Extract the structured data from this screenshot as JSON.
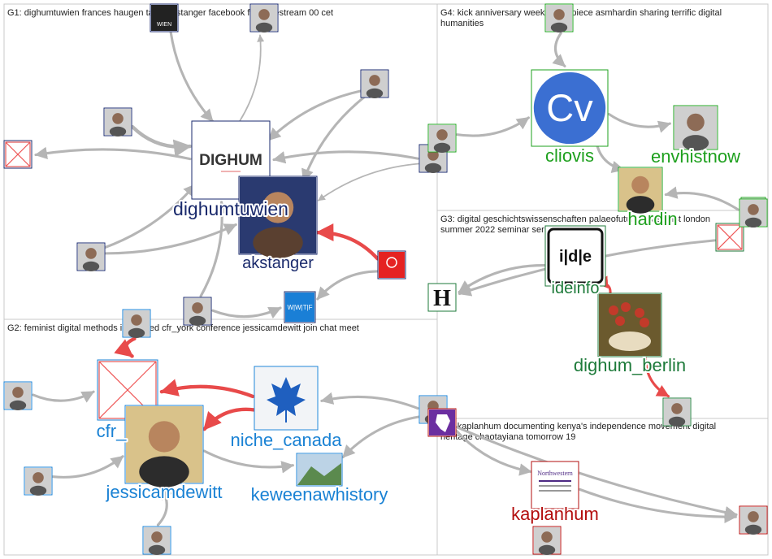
{
  "groups": [
    {
      "id": "g1",
      "title_lines": [
        "G1: dighumtuwien frances haugen talks akstanger facebook files livestream 00 cet"
      ]
    },
    {
      "id": "g2",
      "title_lines": [
        "G2: feminist digital methods interested cfr_york conference jessicamdewitt join chat meet"
      ]
    },
    {
      "id": "g3",
      "title_lines": [
        "G3: digital geschichtswissenschaften palaeofuturist classicist london",
        "summer 2022 seminar series programme"
      ]
    },
    {
      "id": "g4",
      "title_lines": [
        "G4: kick anniversary week today piece asmhardin sharing terrific digital",
        "humanities"
      ]
    },
    {
      "id": "g5",
      "title_lines": [
        "G5: kaplanhum documenting kenya's independence movement digital",
        "heritage chaotayiana tomorrow 19"
      ]
    }
  ],
  "colors": {
    "g1": "#1a2a6c",
    "g2": "#1a82d4",
    "g3": "#1d7a3a",
    "g4": "#1ea01e",
    "g5": "#b30d0d",
    "edge_gray": "#b5b5b5",
    "edge_red": "#e84a4a"
  },
  "nodes": [
    {
      "id": "dighumtuwien",
      "label": "dighumtuwien",
      "group": "g1",
      "icon": "dighum-logo",
      "logo_text": "DIGHUM"
    },
    {
      "id": "akstanger",
      "label": "akstanger",
      "group": "g1",
      "icon": "person-photo"
    },
    {
      "id": "wwtf",
      "label": "",
      "group": "g1",
      "icon": "wwtf-logo",
      "logo_text": "W|W|T|F"
    },
    {
      "id": "vienna_science",
      "label": "",
      "group": "g1",
      "icon": "vienna-science-logo"
    },
    {
      "id": "g1_top_a",
      "label": "",
      "group": "g1",
      "icon": "wien-logo",
      "logo_text": "WIEN"
    },
    {
      "id": "g1_top_b",
      "label": "",
      "group": "g1",
      "icon": "avatar"
    },
    {
      "id": "g1_a1",
      "label": "",
      "group": "g1",
      "icon": "avatar"
    },
    {
      "id": "g1_a2",
      "label": "",
      "group": "g1",
      "icon": "avatar"
    },
    {
      "id": "g1_a3",
      "label": "",
      "group": "g1",
      "icon": "avatar"
    },
    {
      "id": "g1_a4",
      "label": "",
      "group": "g1",
      "icon": "avatar"
    },
    {
      "id": "g1_missing",
      "label": "",
      "group": "g1",
      "icon": "missing-image"
    },
    {
      "id": "g1_a5",
      "label": "",
      "group": "g1",
      "icon": "avatar"
    },
    {
      "id": "cfr_york",
      "label": "cfr_",
      "group": "g2",
      "icon": "missing-image"
    },
    {
      "id": "niche_canada",
      "label": "niche_canada",
      "group": "g2",
      "icon": "maple-leaf-logo"
    },
    {
      "id": "jessicamdewitt",
      "label": "jessicamdewitt",
      "group": "g2",
      "icon": "person-photo"
    },
    {
      "id": "keweenawhistory",
      "label": "keweenawhistory",
      "group": "g2",
      "icon": "landscape-photo"
    },
    {
      "id": "g2_a1",
      "label": "",
      "group": "g2",
      "icon": "avatar"
    },
    {
      "id": "g2_a2",
      "label": "",
      "group": "g2",
      "icon": "avatar"
    },
    {
      "id": "g2_a3",
      "label": "",
      "group": "g2",
      "icon": "avatar"
    },
    {
      "id": "g2_a4",
      "label": "",
      "group": "g2",
      "icon": "avatar"
    },
    {
      "id": "g2_a5",
      "label": "",
      "group": "g2",
      "icon": "avatar"
    },
    {
      "id": "ideinfo",
      "label": "ideinfo",
      "group": "g3",
      "icon": "ide-logo",
      "logo_text": "i|d|e"
    },
    {
      "id": "dighum_berlin",
      "label": "dighum_berlin",
      "group": "g3",
      "icon": "flowers-photo"
    },
    {
      "id": "g3_h",
      "label": "",
      "group": "g3",
      "icon": "h-logo",
      "logo_text": "H"
    },
    {
      "id": "g3_missing",
      "label": "",
      "group": "g3",
      "icon": "missing-image"
    },
    {
      "id": "g3_a1",
      "label": "",
      "group": "g3",
      "icon": "avatar"
    },
    {
      "id": "cliovis",
      "label": "cliovis",
      "group": "g4",
      "icon": "cv-logo"
    },
    {
      "id": "envhistnow",
      "label": "envhistnow",
      "group": "g4",
      "icon": "avatar"
    },
    {
      "id": "asmhardin",
      "label": "hardin",
      "group": "g4",
      "icon": "person-photo"
    },
    {
      "id": "g4_a1",
      "label": "",
      "group": "g4",
      "icon": "avatar"
    },
    {
      "id": "g4_a2",
      "label": "",
      "group": "g4",
      "icon": "avatar"
    },
    {
      "id": "g4_a3",
      "label": "",
      "group": "g4",
      "icon": "avatar"
    },
    {
      "id": "g4_a4",
      "label": "",
      "group": "g4",
      "icon": "avatar"
    },
    {
      "id": "g4_a5",
      "label": "",
      "group": "g4",
      "icon": "avatar"
    },
    {
      "id": "kaplanhum",
      "label": "kaplanhum",
      "group": "g5",
      "icon": "northwestern-logo",
      "logo_text": "Northwestern"
    },
    {
      "id": "g5_a1",
      "label": "",
      "group": "g5",
      "icon": "avatar"
    },
    {
      "id": "g5_a2",
      "label": "",
      "group": "g5",
      "icon": "avatar"
    },
    {
      "id": "g5_a3",
      "label": "",
      "group": "g5",
      "icon": "africa-map"
    }
  ],
  "edges": [
    {
      "from": "g1_top_a",
      "to": "dighumtuwien",
      "weight": 2
    },
    {
      "from": "dighumtuwien",
      "to": "g1_top_b",
      "weight": 1
    },
    {
      "from": "g1_a1",
      "to": "dighumtuwien",
      "weight": 3
    },
    {
      "from": "g1_a2",
      "to": "dighumtuwien",
      "weight": 2
    },
    {
      "from": "dighumtuwien",
      "to": "g1_missing",
      "weight": 2
    },
    {
      "from": "g1_a3",
      "to": "dighumtuwien",
      "weight": 2
    },
    {
      "from": "g1_a4",
      "to": "dighumtuwien",
      "weight": 2
    },
    {
      "from": "g1_a2",
      "to": "akstanger",
      "weight": 2
    },
    {
      "from": "g1_a3",
      "to": "akstanger",
      "weight": 1
    },
    {
      "from": "g1_a5",
      "to": "dighumtuwien",
      "weight": 2
    },
    {
      "from": "g1_a5",
      "to": "wwtf",
      "weight": 2
    },
    {
      "from": "vienna_science",
      "to": "akstanger",
      "weight": 3,
      "red": true
    },
    {
      "from": "vienna_science",
      "to": "wwtf",
      "weight": 2
    },
    {
      "from": "g1_a4",
      "to": "akstanger",
      "weight": 2
    },
    {
      "from": "g2_a1",
      "to": "cfr_york",
      "weight": 3,
      "red": true
    },
    {
      "from": "niche_canada",
      "to": "cfr_york",
      "weight": 3,
      "red": true
    },
    {
      "from": "niche_canada",
      "to": "jessicamdewitt",
      "weight": 3,
      "red": true
    },
    {
      "from": "g2_a2",
      "to": "cfr_york",
      "weight": 2
    },
    {
      "from": "g2_a3",
      "to": "jessicamdewitt",
      "weight": 2
    },
    {
      "from": "g2_a5",
      "to": "niche_canada",
      "weight": 2
    },
    {
      "from": "g2_a5",
      "to": "keweenawhistory",
      "weight": 2
    },
    {
      "from": "jessicamdewitt",
      "to": "keweenawhistory",
      "weight": 2
    },
    {
      "from": "g2_a4",
      "to": "jessicamdewitt",
      "weight": 2
    },
    {
      "from": "g4_a1",
      "to": "cliovis",
      "weight": 2
    },
    {
      "from": "g4_a2",
      "to": "cliovis",
      "weight": 2
    },
    {
      "from": "cliovis",
      "to": "envhistnow",
      "weight": 2
    },
    {
      "from": "cliovis",
      "to": "asmhardin",
      "weight": 2
    },
    {
      "from": "g4_a5",
      "to": "asmhardin",
      "weight": 2
    },
    {
      "from": "dighum_berlin",
      "to": "ideinfo",
      "weight": 2,
      "red": true
    },
    {
      "from": "dighum_berlin",
      "to": "g3_a1",
      "weight": 2,
      "red": true
    },
    {
      "from": "g3_missing",
      "to": "g3_h",
      "weight": 2
    },
    {
      "from": "ideinfo",
      "to": "g3_h",
      "weight": 2
    },
    {
      "from": "g5_a3",
      "to": "kaplanhum",
      "weight": 2
    },
    {
      "from": "kaplanhum",
      "to": "g5_a1",
      "weight": 2
    },
    {
      "from": "g5_a3",
      "to": "g5_a1",
      "weight": 2
    }
  ]
}
